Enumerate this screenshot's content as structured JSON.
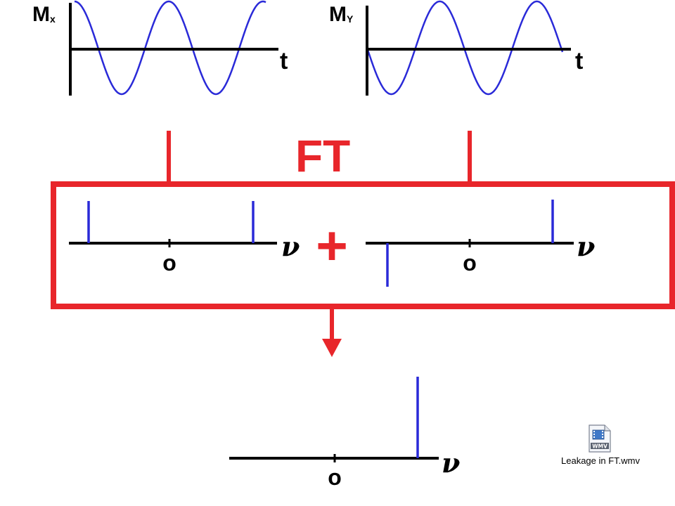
{
  "colors": {
    "signal": "#2a2ad8",
    "accent": "#e8262b",
    "axis": "#000000",
    "background": "#ffffff"
  },
  "top_plots": {
    "mx_label_main": "M",
    "mx_label_sub": "x",
    "my_label_main": "M",
    "my_label_sub": "Y",
    "time_axis_label": "t"
  },
  "ft_label": "FT",
  "plus_sign": "+",
  "spectrum": {
    "axis_label": "ν",
    "origin_label": "o"
  },
  "file_attachment": {
    "icon": "wmv-video-file-icon",
    "icon_text": "WMV",
    "filename": "Leakage in FT.wmv"
  }
}
